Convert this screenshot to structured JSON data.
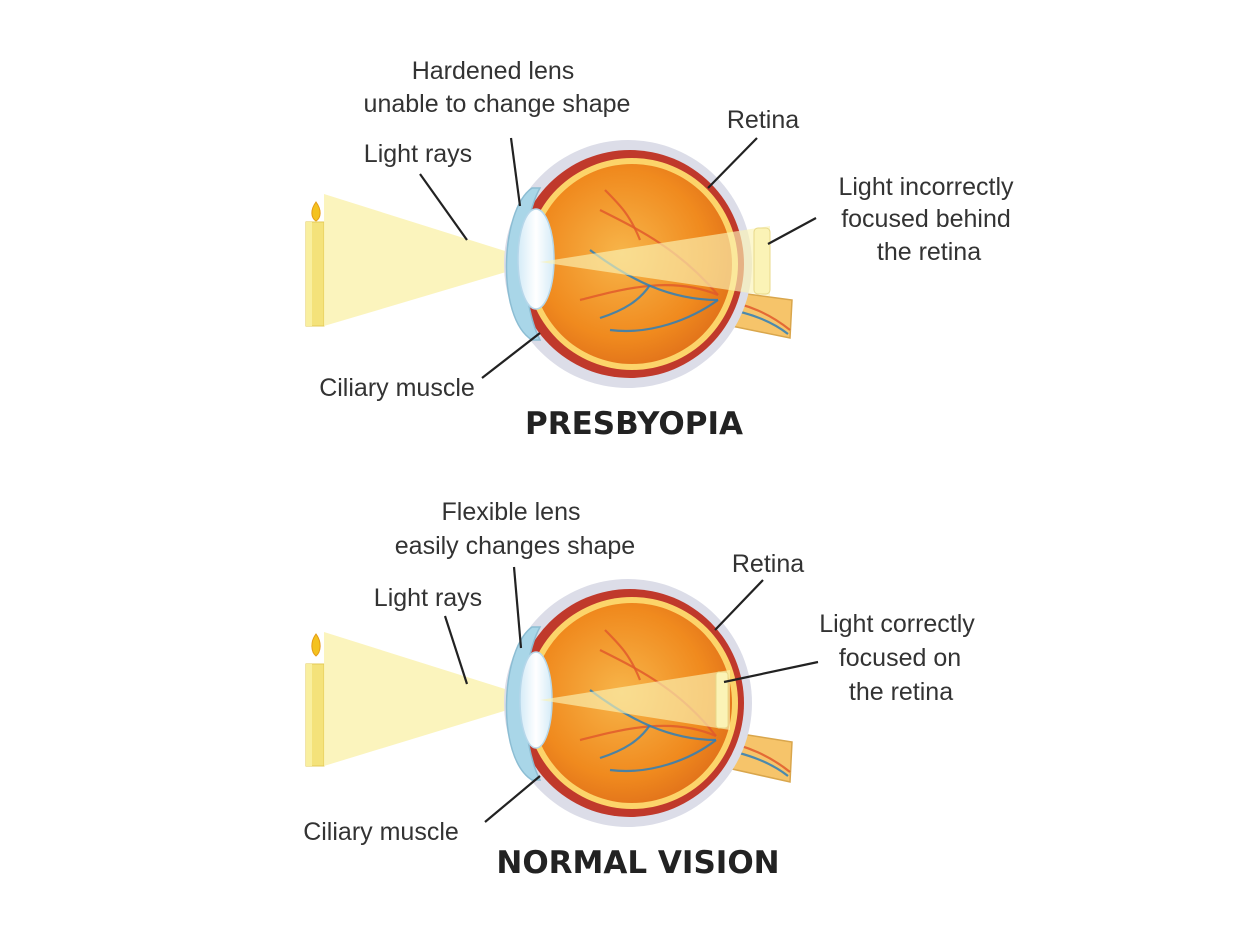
{
  "presbyopia": {
    "title": "PRESBYOPIA",
    "lens_label": [
      "Hardened lens",
      "unable to change shape"
    ],
    "light_rays_label": "Light rays",
    "retina_label": "Retina",
    "focus_label": [
      "Light incorrectly",
      "focused behind",
      "the retina"
    ],
    "ciliary_label": "Ciliary muscle"
  },
  "normal": {
    "title": "NORMAL VISION",
    "lens_label": [
      "Flexible lens",
      "easily changes shape"
    ],
    "light_rays_label": "Light rays",
    "retina_label": "Retina",
    "focus_label": [
      "Light correctly",
      "focused on",
      "the retina"
    ],
    "ciliary_label": "Ciliary muscle"
  },
  "colors": {
    "eyeball": "#f08a1e",
    "eyeball_inner": "#f5a93a",
    "sclera_rim": "#c0392b",
    "outer_rim": "#dcdde8",
    "cornea": "#a9d6e8",
    "lens": "#e7f3fb",
    "light": "#fbf3b6",
    "candle": "#f4e27a",
    "vein_red": "#e05a2c",
    "vein_blue": "#2e7fb8",
    "optic_nerve": "#f6c46a"
  },
  "icons": [
    "candle-icon",
    "flame-icon",
    "eye-icon",
    "optic-nerve-icon"
  ]
}
